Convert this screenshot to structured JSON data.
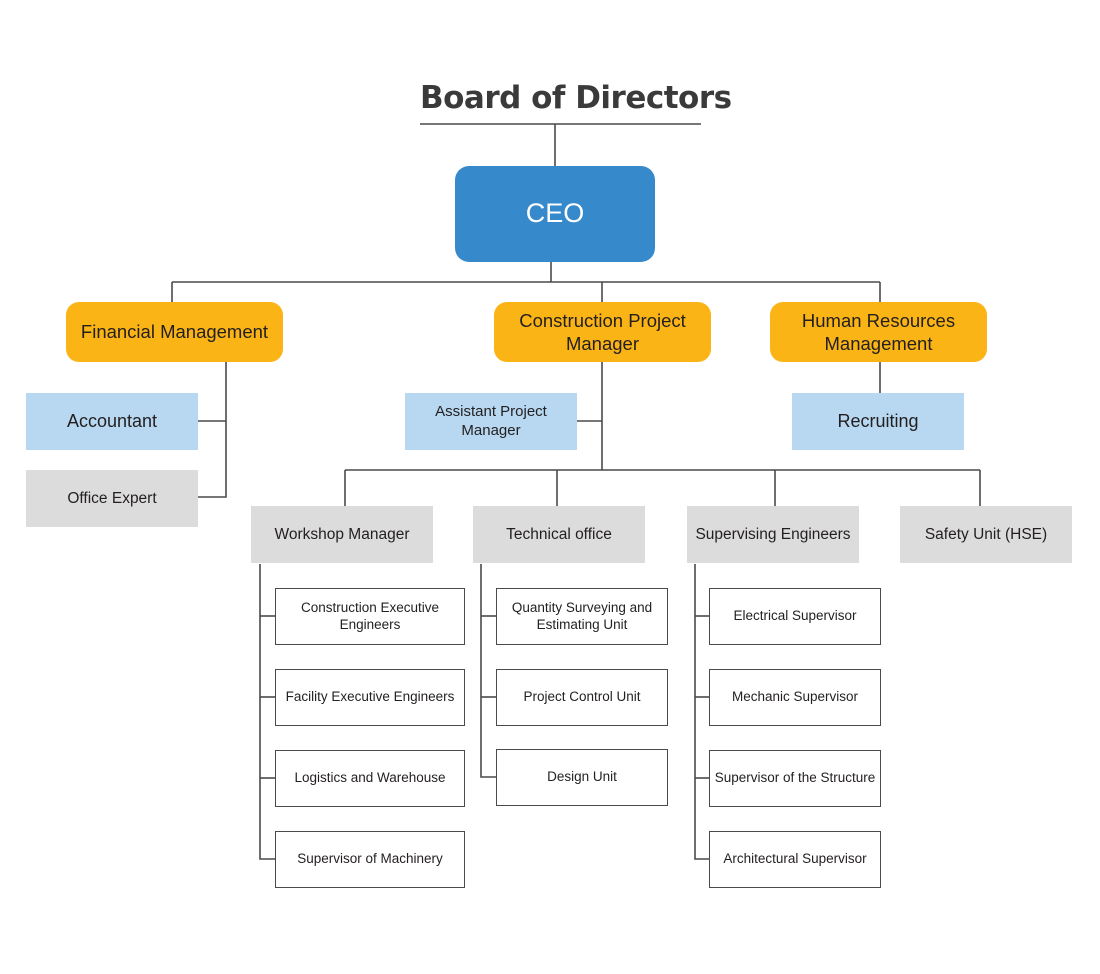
{
  "title": "Board of Directors",
  "colors": {
    "ceo": "#368acb",
    "manager": "#fab415",
    "assistant": "#b7d8f0",
    "unit": "#dcdcdc",
    "lines": "#4a4a4a"
  },
  "ceo": {
    "label": "CEO"
  },
  "departments": {
    "financial": {
      "label": "Financial Management",
      "children": [
        "Accountant",
        "Office Expert"
      ]
    },
    "construction": {
      "label": "Construction Project Manager",
      "assistant": "Assistant Project Manager",
      "units": [
        {
          "label": "Workshop Manager",
          "children": [
            "Construction Executive Engineers",
            "Facility Executive Engineers",
            "Logistics and Warehouse",
            "Supervisor of Machinery"
          ]
        },
        {
          "label": "Technical office",
          "children": [
            "Quantity Surveying and Estimating Unit",
            "Project Control Unit",
            "Design Unit"
          ]
        },
        {
          "label": "Supervising Engineers",
          "children": [
            "Electrical Supervisor",
            "Mechanic Supervisor",
            "Supervisor of the Structure",
            "Architectural Supervisor"
          ]
        },
        {
          "label": "Safety Unit (HSE)",
          "children": []
        }
      ]
    },
    "hr": {
      "label": "Human Resources Management",
      "children": [
        "Recruiting"
      ]
    }
  }
}
